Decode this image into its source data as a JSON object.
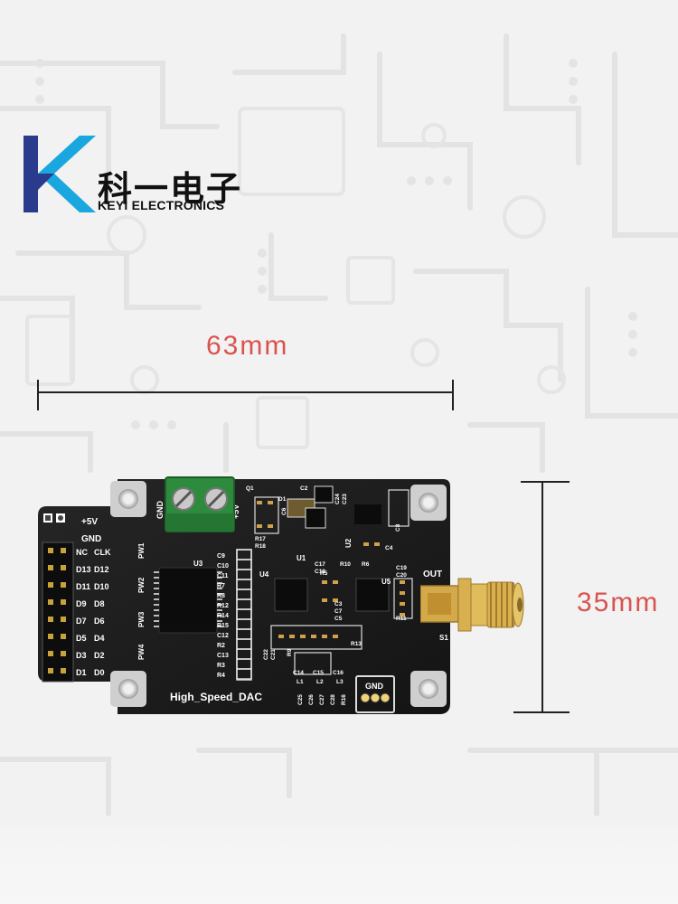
{
  "brand": {
    "name_cn": "科一电子",
    "name_en": "KEYI ELECTRONICS",
    "logo_color": "#1aa7e0"
  },
  "dimensions": {
    "width_label": "63mm",
    "height_label": "35mm",
    "label_color": "#d9534f"
  },
  "board": {
    "name": "High_Speed_DAC",
    "color": "#1b1b1b",
    "pwr_labels": [
      "+5V",
      "GND"
    ],
    "pin_left": [
      "NC",
      "D13",
      "D11",
      "D9",
      "D7",
      "D5",
      "D3",
      "D1"
    ],
    "pin_right": [
      "CLK",
      "D12",
      "D10",
      "D8",
      "D6",
      "D4",
      "D2",
      "D0"
    ],
    "pw_labels": [
      "PW1",
      "PW2",
      "PW3",
      "PW4"
    ],
    "terminal_labels": [
      "GND",
      "+5V"
    ],
    "chips": [
      "U3",
      "U4",
      "U5",
      "U1",
      "U2"
    ],
    "connector_labels": [
      "OUT",
      "S1"
    ],
    "gnd_header_label": "GND",
    "components_col1": [
      "C9",
      "C10",
      "C11",
      "R7",
      "R8",
      "R12",
      "R14",
      "R15",
      "C12",
      "R2",
      "C13",
      "R3",
      "R4"
    ],
    "components_top": [
      "Q1",
      "C2",
      "C24",
      "C23",
      "R17",
      "R18",
      "C8",
      "C4",
      "C17",
      "C18",
      "R10",
      "R6",
      "C19",
      "C20",
      "R5",
      "C3",
      "C7",
      "R11",
      "R13",
      "R9",
      "C22",
      "C21",
      "C14",
      "C15",
      "C16",
      "L1",
      "L2",
      "L3",
      "C25",
      "C26",
      "C27",
      "C28",
      "R16",
      "C5",
      "C6",
      "D1"
    ]
  }
}
